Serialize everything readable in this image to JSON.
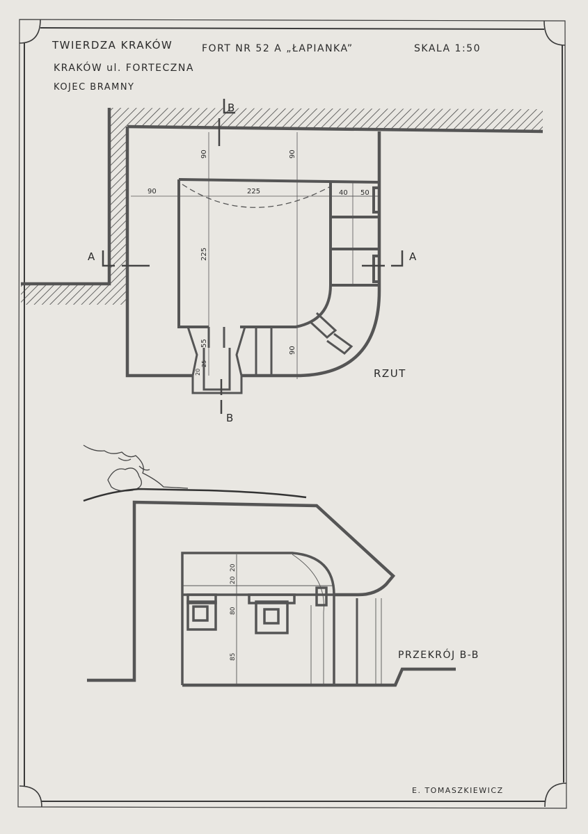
{
  "title": {
    "line1_left": "TWIERDZA KRAKÓW",
    "line1_mid": "FORT NR 52 A „ŁAPIANKA”",
    "line1_right": "SKALA 1:50",
    "line2": "KRAKÓW ul. FORTECZNA",
    "line3": "KOJEC BRAMNY"
  },
  "plan": {
    "label": "RZUT",
    "section_marks": {
      "a_left": "A",
      "a_right": "A",
      "b_top": "B",
      "b_bottom": "B"
    },
    "dimensions": {
      "d90_left": "90",
      "d225_top": "225",
      "d40": "40",
      "d50": "50",
      "d90_vert_a": "90",
      "d90_vert_b": "90",
      "d225_vert": "225",
      "d55": "55",
      "d25": "25",
      "d20": "20",
      "d90_lower": "90"
    }
  },
  "section": {
    "label": "PRZEKRÓJ B-B",
    "dimensions": {
      "d20a": "20",
      "d20b": "20",
      "d80": "80",
      "d85": "85"
    }
  },
  "author": "E. TOMASZKIEWICZ",
  "colors": {
    "paper": "#e9e7e2",
    "ink": "#3a3a3a",
    "wall": "#555555"
  }
}
